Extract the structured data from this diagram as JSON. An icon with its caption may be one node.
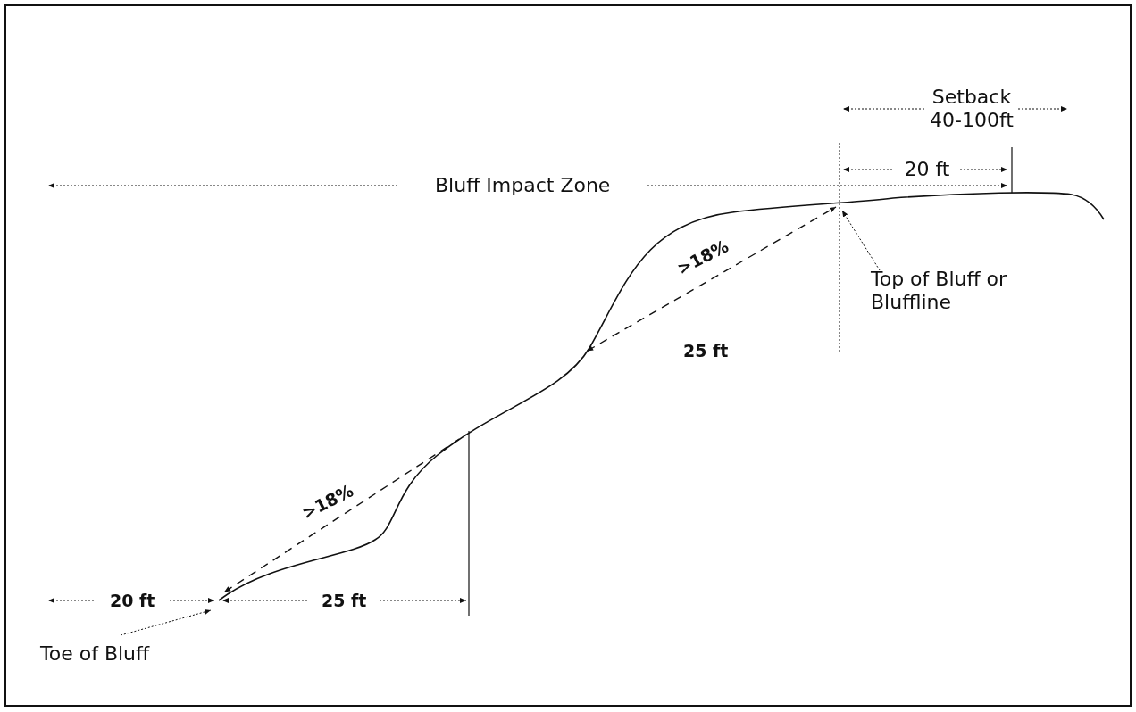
{
  "diagram": {
    "nodes": [
      {
        "text": [
          "Top of Bluff or Bluffline"
        ]
      },
      {
        "text": [
          "Toe of Bluff"
        ]
      }
    ],
    "edges": [
      {
        "from": 0,
        "to": null,
        "arrow": "to"
      },
      {
        "from": 1,
        "to": null,
        "arrow": "to"
      }
    ],
    "labels": [
      "Setback 40-100ft",
      "20 ft",
      "Bluff Impact Zone",
      ">18%",
      "25 ft",
      ">18%",
      "20 ft",
      "25 ft"
    ]
  }
}
